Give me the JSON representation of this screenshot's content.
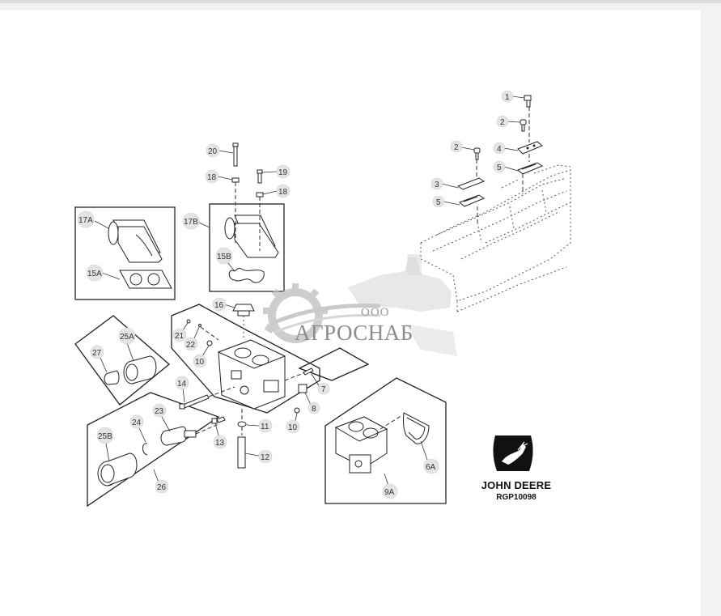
{
  "viewer": {
    "background": "#ffffff",
    "frame_color": "#f3f3f3"
  },
  "diagram": {
    "figure_code": "RGP10098",
    "brand": "JOHN DEERE",
    "watermark": {
      "prefix": "ООО",
      "name": "АГРОСНАБ"
    },
    "callouts": [
      {
        "id": "1",
        "label": "1"
      },
      {
        "id": "2a",
        "label": "2"
      },
      {
        "id": "2b",
        "label": "2"
      },
      {
        "id": "3",
        "label": "3"
      },
      {
        "id": "4",
        "label": "4"
      },
      {
        "id": "5a",
        "label": "5"
      },
      {
        "id": "5b",
        "label": "5"
      },
      {
        "id": "6A",
        "label": "6A"
      },
      {
        "id": "7",
        "label": "7"
      },
      {
        "id": "8",
        "label": "8"
      },
      {
        "id": "9A",
        "label": "9A"
      },
      {
        "id": "10a",
        "label": "10"
      },
      {
        "id": "10b",
        "label": "10"
      },
      {
        "id": "11",
        "label": "11"
      },
      {
        "id": "12",
        "label": "12"
      },
      {
        "id": "13",
        "label": "13"
      },
      {
        "id": "14",
        "label": "14"
      },
      {
        "id": "15A",
        "label": "15A"
      },
      {
        "id": "15B",
        "label": "15B"
      },
      {
        "id": "16",
        "label": "16"
      },
      {
        "id": "17A",
        "label": "17A"
      },
      {
        "id": "17B",
        "label": "17B"
      },
      {
        "id": "18a",
        "label": "18"
      },
      {
        "id": "18b",
        "label": "18"
      },
      {
        "id": "19",
        "label": "19"
      },
      {
        "id": "20",
        "label": "20"
      },
      {
        "id": "21",
        "label": "21"
      },
      {
        "id": "22",
        "label": "22"
      },
      {
        "id": "23",
        "label": "23"
      },
      {
        "id": "24",
        "label": "24"
      },
      {
        "id": "25A",
        "label": "25A"
      },
      {
        "id": "25B",
        "label": "25B"
      },
      {
        "id": "26",
        "label": "26"
      },
      {
        "id": "27",
        "label": "27"
      }
    ]
  }
}
